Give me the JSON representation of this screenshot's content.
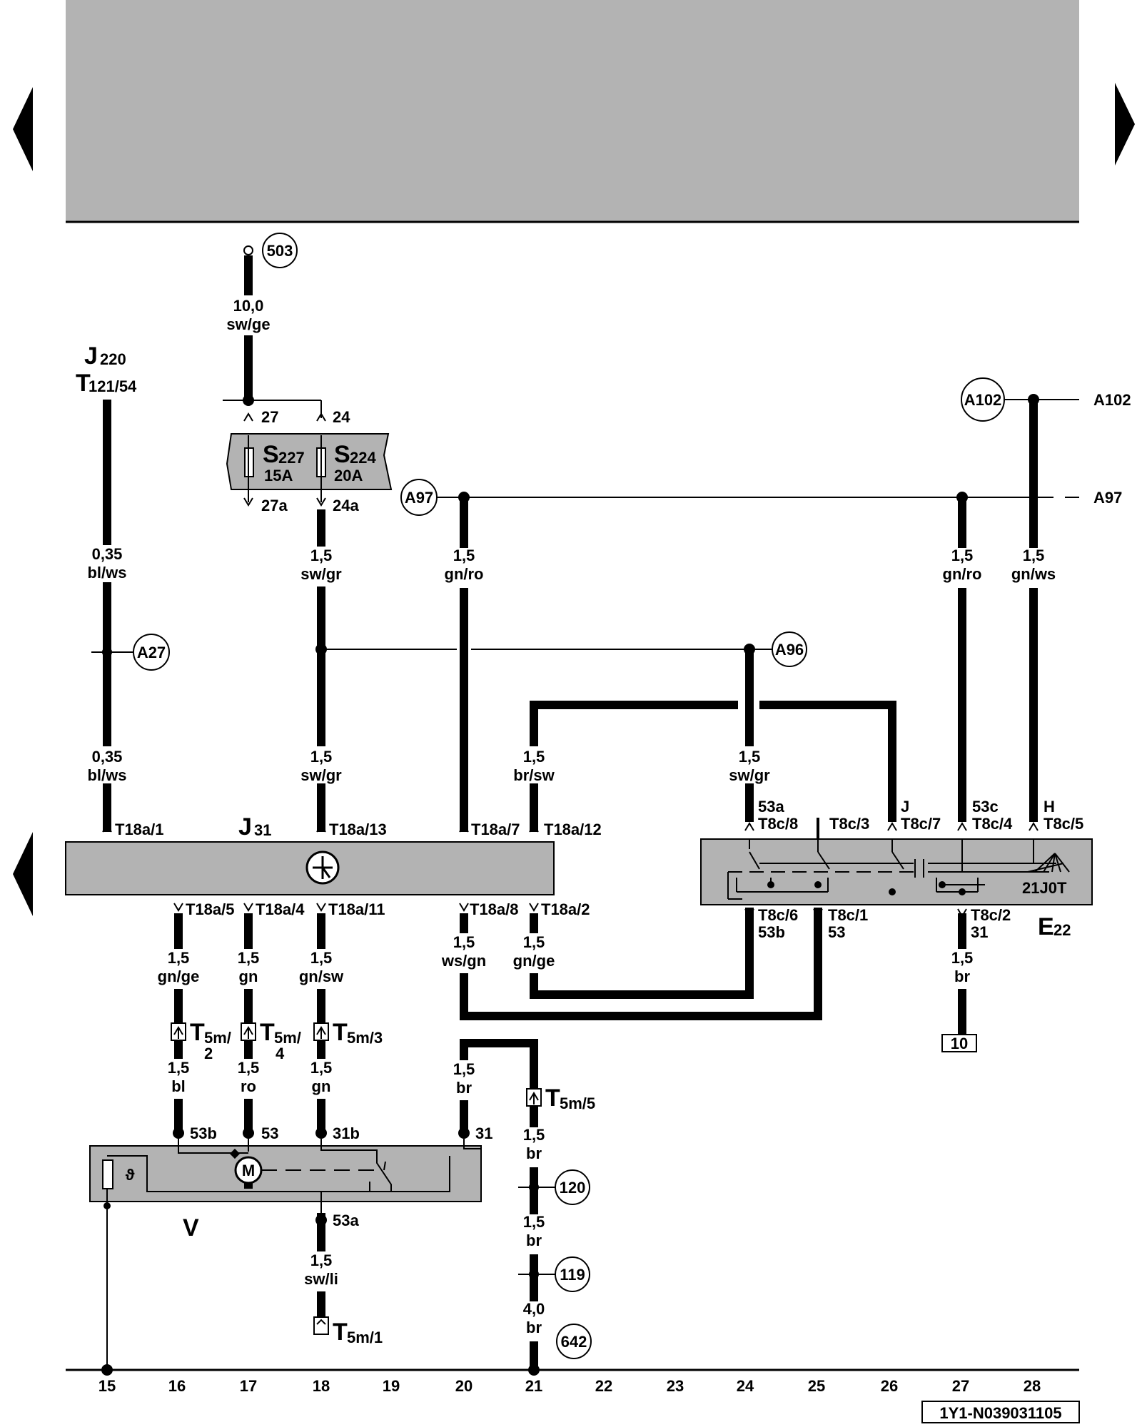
{
  "header": {
    "band_color": "#b3b3b3"
  },
  "navigation": {
    "prev_arrow": "left-triangle",
    "next_arrow": "right-triangle",
    "prev_arrow_lower": "left-triangle"
  },
  "references": {
    "ref_503": "503",
    "ref_A102": "A102",
    "ref_A102_edge": "A102",
    "ref_A97": "A97",
    "ref_A97_edge": "A97",
    "ref_A27": "A27",
    "ref_A96": "A96",
    "ref_120": "120",
    "ref_119": "119",
    "ref_642": "642",
    "ref_10": "10"
  },
  "components": {
    "J220": {
      "letter": "J",
      "sub": "220",
      "conn_letter": "T",
      "conn_sub": "121/54"
    },
    "S227": {
      "letter": "S",
      "sub": "227",
      "rating": "15A"
    },
    "S224": {
      "letter": "S",
      "sub": "224",
      "rating": "20A"
    },
    "J31": {
      "letter": "J",
      "sub": "31"
    },
    "E22": {
      "letter": "E",
      "sub": "22",
      "code": "21J0T"
    },
    "V": {
      "letter": "V"
    },
    "motor": "M",
    "thermo": "ϑ"
  },
  "wires": {
    "w503": {
      "size": "10,0",
      "color": "sw/ge"
    },
    "w_j220a": {
      "size": "0,35",
      "color": "bl/ws"
    },
    "w_j220b": {
      "size": "0,35",
      "color": "bl/ws"
    },
    "w_s224a": {
      "size": "1,5",
      "color": "sw/gr"
    },
    "w_s224b": {
      "size": "1,5",
      "color": "sw/gr"
    },
    "w_a97l": {
      "size": "1,5",
      "color": "gn/ro"
    },
    "w_brsw": {
      "size": "1,5",
      "color": "br/sw"
    },
    "w_a96": {
      "size": "1,5",
      "color": "sw/gr"
    },
    "w_a97r": {
      "size": "1,5",
      "color": "gn/ro"
    },
    "w_a102": {
      "size": "1,5",
      "color": "gn/ws"
    },
    "w_16": {
      "size": "1,5",
      "color": "gn/ge"
    },
    "w_17": {
      "size": "1,5",
      "color": "gn"
    },
    "w_18": {
      "size": "1,5",
      "color": "gn/sw"
    },
    "w_20": {
      "size": "1,5",
      "color": "ws/gn"
    },
    "w_21": {
      "size": "1,5",
      "color": "gn/ge"
    },
    "w_16b": {
      "size": "1,5",
      "color": "bl"
    },
    "w_17b": {
      "size": "1,5",
      "color": "ro"
    },
    "w_18b": {
      "size": "1,5",
      "color": "gn"
    },
    "w_20b": {
      "size": "1,5",
      "color": "br"
    },
    "w_21b": {
      "size": "1,5",
      "color": "br"
    },
    "w_21c": {
      "size": "1,5",
      "color": "br"
    },
    "w_21d": {
      "size": "4,0",
      "color": "br"
    },
    "w_18c": {
      "size": "1,5",
      "color": "sw/li"
    },
    "w_27": {
      "size": "1,5",
      "color": "br"
    }
  },
  "pins": {
    "p27": "27",
    "p24": "24",
    "p27a": "27a",
    "p24a": "24a",
    "T18a_1": "T18a/1",
    "T18a_13": "T18a/13",
    "T18a_7": "T18a/7",
    "T18a_12": "T18a/12",
    "T18a_5": "T18a/5",
    "T18a_4": "T18a/4",
    "T18a_11": "T18a/11",
    "T18a_8": "T18a/8",
    "T18a_2": "T18a/2",
    "e53a": "53a",
    "T8c_8": "T8c/8",
    "T8c_3": "T8c/3",
    "eJ": "J",
    "T8c_7": "T8c/7",
    "e53c": "53c",
    "T8c_4": "T8c/4",
    "eH": "H",
    "T8c_5": "T8c/5",
    "T8c_6": "T8c/6",
    "e53b": "53b",
    "T8c_1": "T8c/1",
    "e53": "53",
    "T8c_2": "T8c/2",
    "e31": "31",
    "v53b": "53b",
    "v53": "53",
    "v31b": "31b",
    "v31": "31",
    "v53a": "53a"
  },
  "connectors": {
    "T5m_2": {
      "letter": "T",
      "sub": "5m/",
      "sub2": "2"
    },
    "T5m_4": {
      "letter": "T",
      "sub": "5m/",
      "sub2": "4"
    },
    "T5m_3": {
      "letter": "T",
      "sub": "5m/3"
    },
    "T5m_5": {
      "letter": "T",
      "sub": "5m/5"
    },
    "T5m_1": {
      "letter": "T",
      "sub": "5m/1"
    }
  },
  "grid_numbers": [
    "15",
    "16",
    "17",
    "18",
    "19",
    "20",
    "21",
    "22",
    "23",
    "24",
    "25",
    "26",
    "27",
    "28"
  ],
  "doc_id": "1Y1-N039031105"
}
